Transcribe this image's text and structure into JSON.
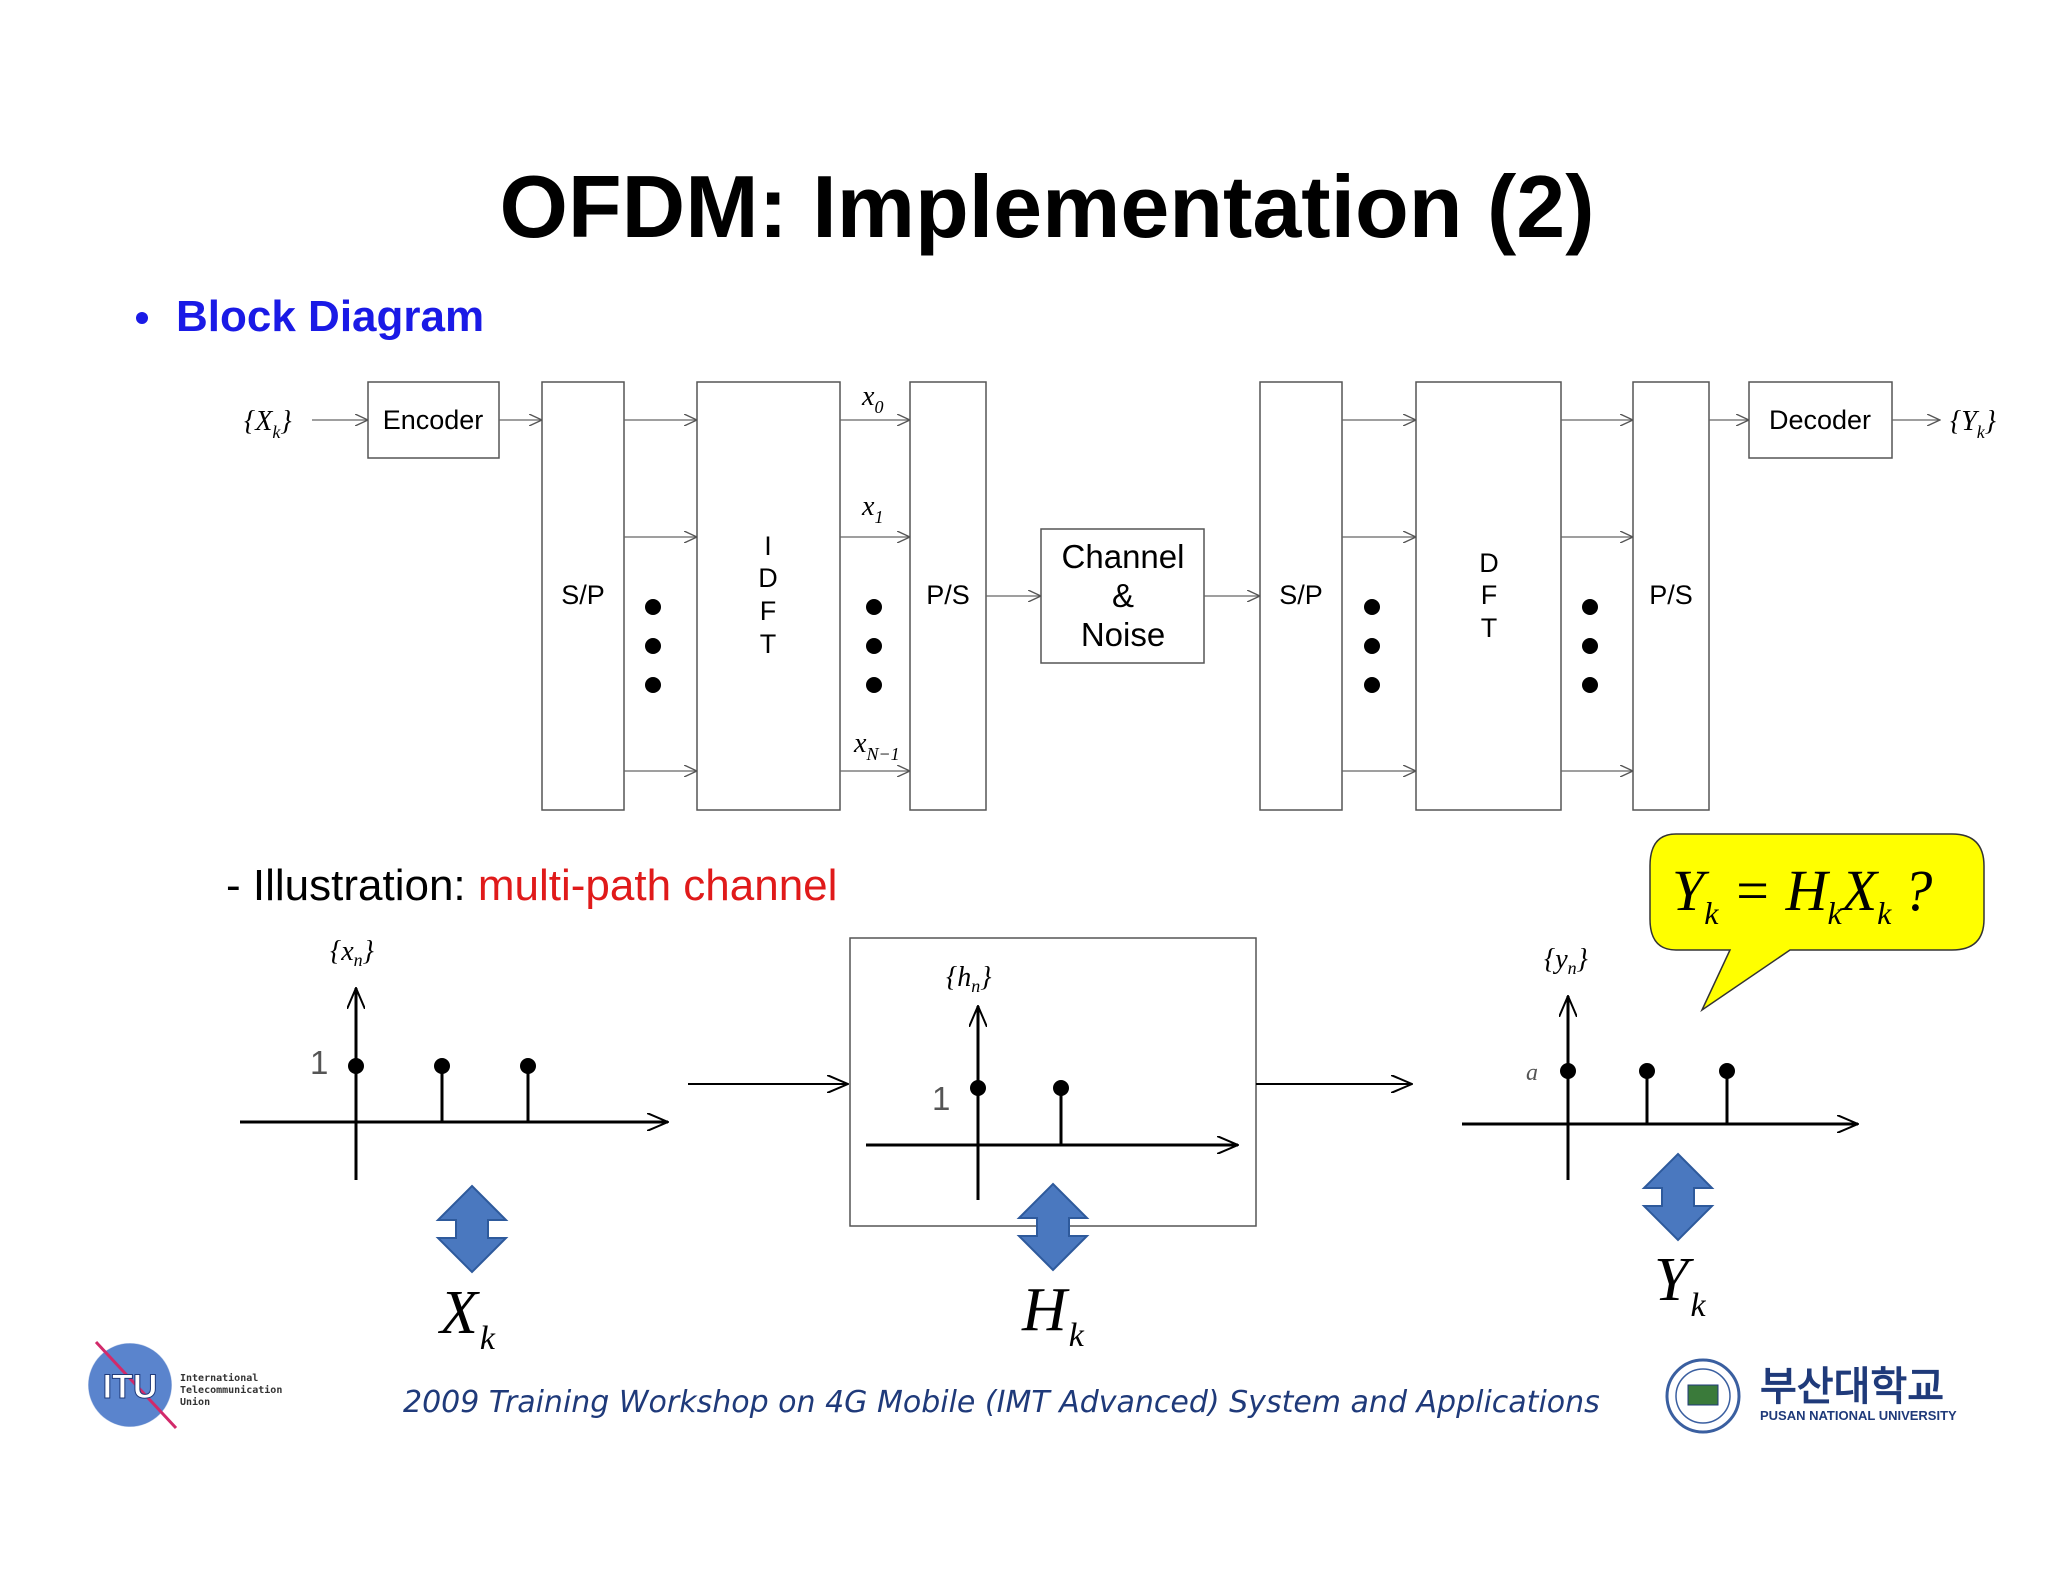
{
  "slide": {
    "title": "OFDM: Implementation (2)",
    "bullet": "Block Diagram",
    "illustration_prefix": "- Illustration: ",
    "illustration_highlight": "multi-path channel"
  },
  "block_diagram": {
    "input_label": "{X",
    "input_sub": "k",
    "input_close": "}",
    "output_label": "{Y",
    "output_sub": "k",
    "output_close": "}",
    "encoder": "Encoder",
    "sp1": "S/P",
    "idft_letters": [
      "I",
      "D",
      "F",
      "T"
    ],
    "ps1": "P/S",
    "channel_lines": [
      "Channel",
      "&",
      "Noise"
    ],
    "sp2": "S/P",
    "dft_letters": [
      "D",
      "F",
      "T"
    ],
    "ps2": "P/S",
    "decoder": "Decoder",
    "x0": "x",
    "x0_sub": "0",
    "x1": "x",
    "x1_sub": "1",
    "xn": "x",
    "xn_sub": "N−1"
  },
  "illustration": {
    "input_seq": "{x",
    "input_seq_sub": "n",
    "input_seq_close": "}",
    "input_level": "1",
    "channel_seq": "{h",
    "channel_seq_sub": "n",
    "channel_seq_close": "}",
    "channel_level": "1",
    "output_seq": "{y",
    "output_seq_sub": "n",
    "output_seq_close": "}",
    "output_level": "a",
    "X_label": "X",
    "X_sub": "k",
    "H_label": "H",
    "H_sub": "k",
    "Y_label": "Y",
    "Y_sub": "k"
  },
  "callout": {
    "Y": "Y",
    "Y_sub": "k",
    "eq": "=",
    "H": "H",
    "H_sub": "k",
    "X": "X",
    "X_sub": "k",
    "q": "?"
  },
  "footer": {
    "itu_logo": "ITU",
    "itu_line1": "International",
    "itu_line2": "Telecommunication",
    "itu_line3": "Union",
    "text": "2009 Training Workshop on 4G Mobile (IMT Advanced) System and Applications",
    "pnu_korean": "부산대학교",
    "pnu_english": "PUSAN NATIONAL UNIVERSITY"
  },
  "colors": {
    "bullet": "#1a1ae6",
    "highlight": "#e01a1a",
    "callout_fill": "#ffff00",
    "arrow_fill": "#4a78bf",
    "footer_text": "#1f3a7a"
  }
}
